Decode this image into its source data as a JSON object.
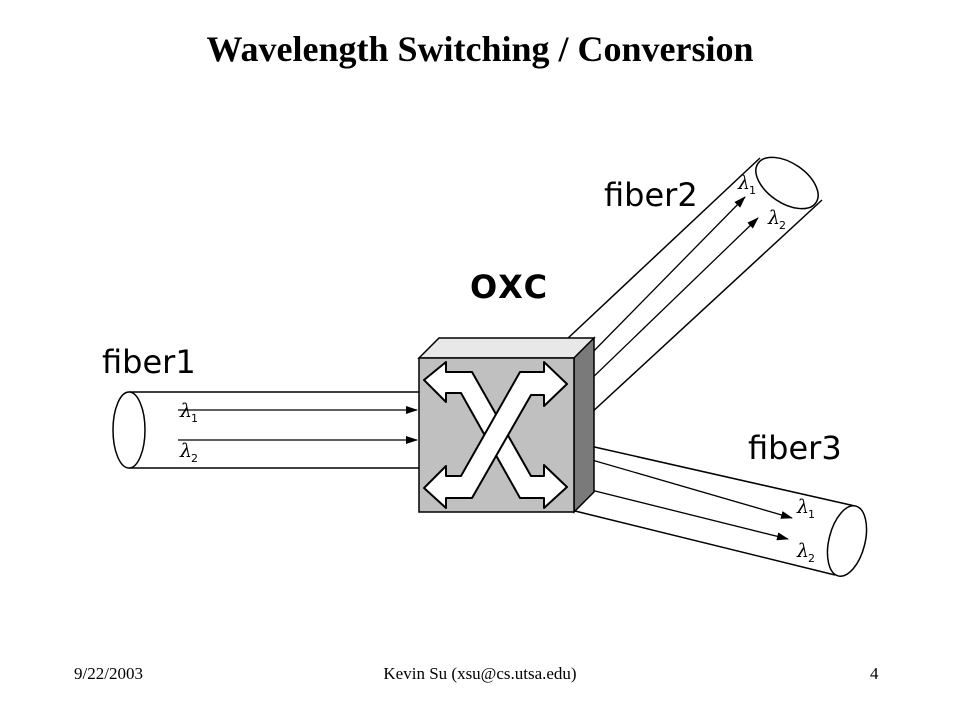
{
  "slide": {
    "title": "Wavelength Switching / Conversion",
    "footer_date": "9/22/2003",
    "footer_author": "Kevin Su (xsu@cs.utsa.edu)",
    "footer_page": "4"
  },
  "diagram": {
    "switch_label": "OXC",
    "fibers": [
      "fiber1",
      "fiber2",
      "fiber3"
    ],
    "lambda_symbol": "λ",
    "subscripts": [
      "1",
      "2"
    ]
  }
}
